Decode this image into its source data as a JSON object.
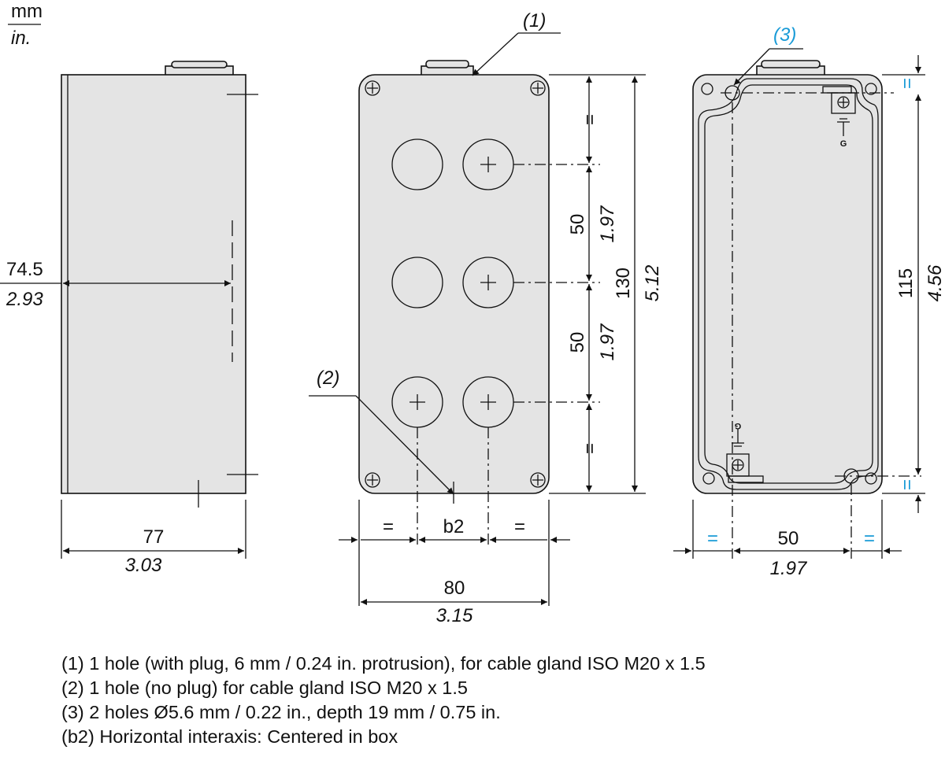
{
  "units": {
    "mm": "mm",
    "in": "in."
  },
  "callouts": {
    "c1": "(1)",
    "c2": "(2)",
    "c3": "(3)"
  },
  "side_view": {
    "height_mm": "74.5",
    "height_in": "2.93",
    "width_mm": "77",
    "width_in": "3.03"
  },
  "front_view": {
    "eq": "=",
    "pitch1_mm": "50",
    "pitch1_in": "1.97",
    "pitch2_mm": "50",
    "pitch2_in": "1.97",
    "height_mm": "130",
    "height_in": "5.12",
    "b2": "b2",
    "width_mm": "80",
    "width_in": "3.15"
  },
  "back_view": {
    "eq": "=",
    "height_mm": "115",
    "height_in": "4.56",
    "interaxis_mm": "50",
    "interaxis_in": "1.97",
    "ground": "G"
  },
  "colors": {
    "accent": "#1a9bd7"
  },
  "notes": [
    "(1) 1 hole (with plug, 6 mm / 0.24 in. protrusion), for cable gland ISO M20 x 1.5",
    "(2) 1 hole (no plug) for cable gland ISO M20 x 1.5",
    "(3) 2 holes Ø5.6 mm / 0.22 in., depth 19 mm / 0.75 in.",
    "(b2) Horizontal interaxis: Centered in box"
  ]
}
